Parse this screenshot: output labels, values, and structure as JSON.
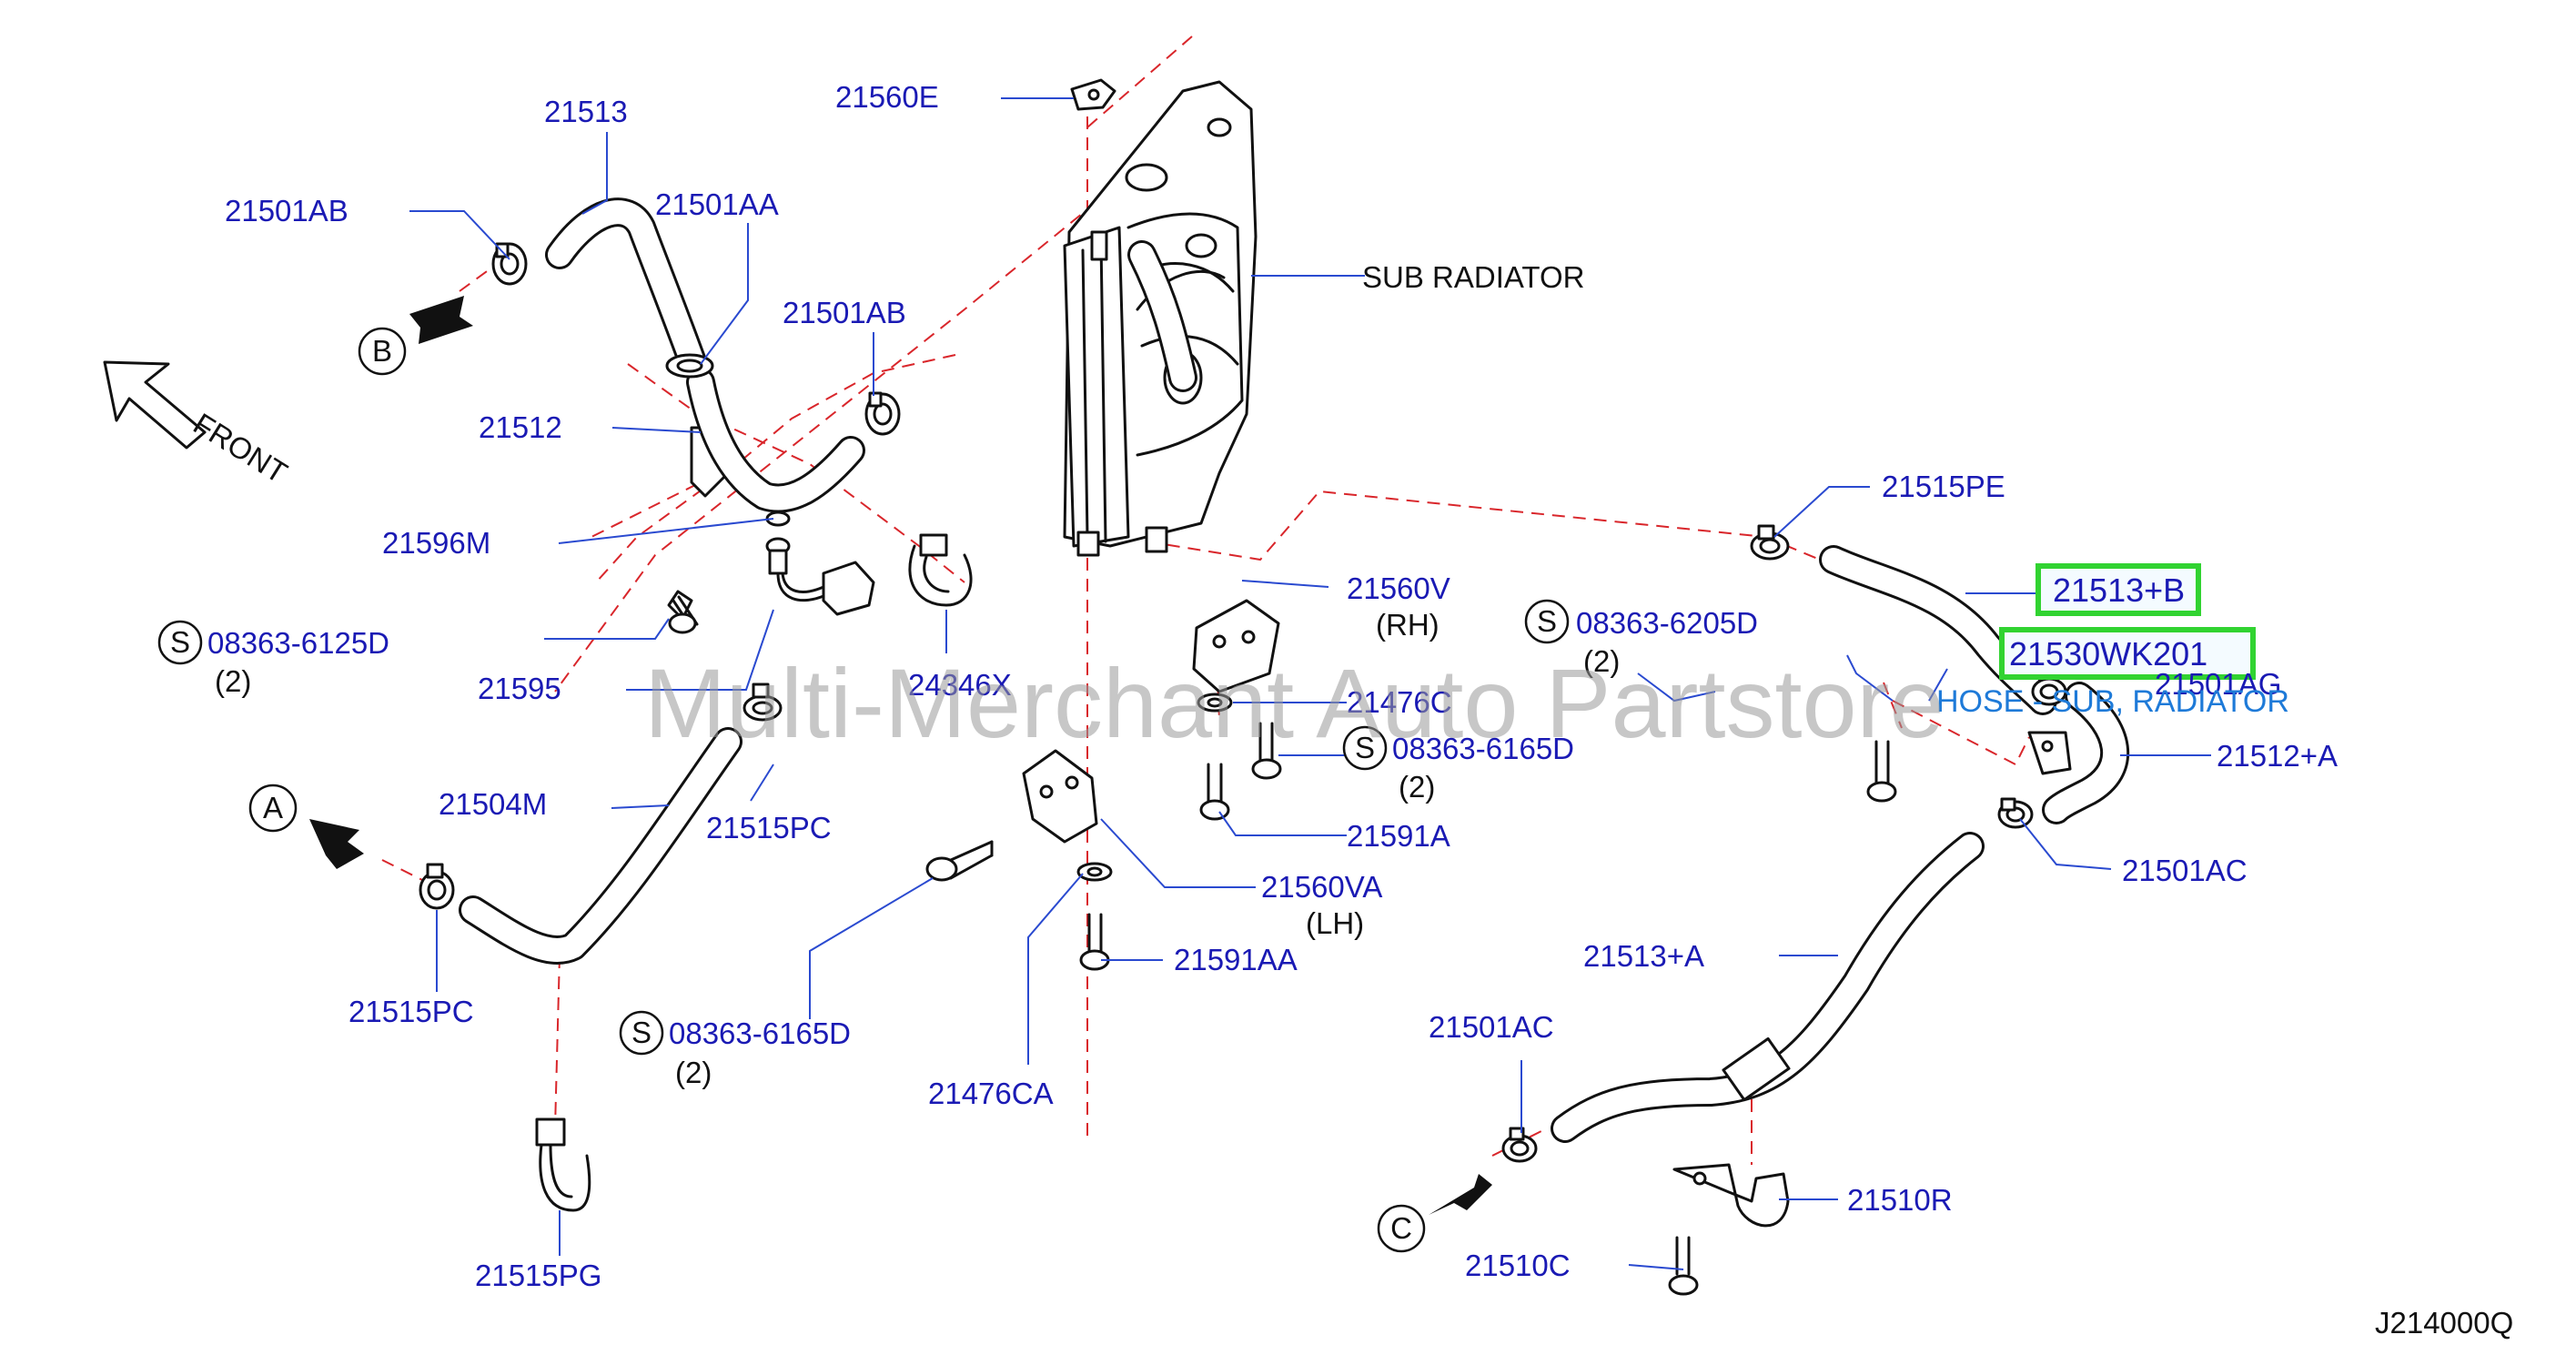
{
  "watermark": "Multi-Merchant Auto Partstore",
  "diagram_code": "J214000Q",
  "front_label": "FRONT",
  "markers": {
    "a": "A",
    "b": "B",
    "c": "C",
    "s": "S"
  },
  "labels": {
    "p21560E": "21560E",
    "p21513": "21513",
    "p21501AB_a": "21501AB",
    "p21501AA": "21501AA",
    "p21501AB_b": "21501AB",
    "p21512": "21512",
    "p21596M": "21596M",
    "p21595": "21595",
    "p24346X": "24346X",
    "p21504M": "21504M",
    "p21515PC_a": "21515PC",
    "p21515PC_b": "21515PC",
    "p21515PG": "21515PG",
    "sub_radiator": "SUB  RADIATOR",
    "p21560V": "21560V",
    "rh": "(RH)",
    "p21476C": "21476C",
    "p21591A": "21591A",
    "p21560VA": "21560VA",
    "lh": "(LH)",
    "p21591AA": "21591AA",
    "p21476CA": "21476CA",
    "p21515PE": "21515PE",
    "p21513B": "21513+B",
    "p21530WK201": "21530WK201",
    "hose_sub_radiator": "HOSE - SUB, RADIATOR",
    "p21501AG": "21501AG",
    "p21512A": "21512+A",
    "p21501AC_a": "21501AC",
    "p21513A": "21513+A",
    "p21501AC_b": "21501AC",
    "p21510R": "21510R",
    "p21510C": "21510C"
  },
  "bolts": {
    "b1_num": "08363-6125D",
    "b1_qty": "(2)",
    "b2_num": "08363-6205D",
    "b2_qty": "(2)",
    "b3_num": "08363-6165D",
    "b3_qty": "(2)",
    "b4_num": "08363-6165D",
    "b4_qty": "(2)"
  },
  "highlight_color": "#31d331",
  "part_number_color": "#1a1ab4",
  "centerline_color": "#d9262b"
}
